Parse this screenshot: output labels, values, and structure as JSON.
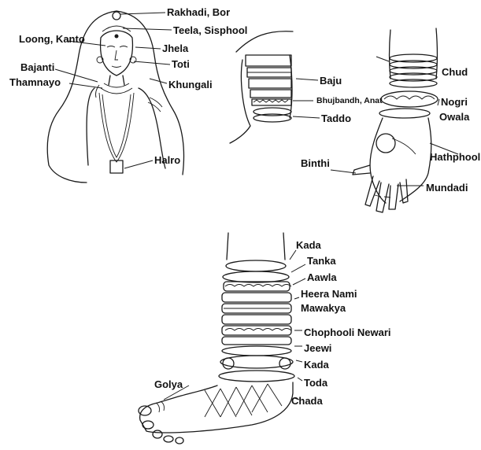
{
  "woman_labels": {
    "rakhadi": "Rakhadi, Bor",
    "teela": "Teela, Sisphool",
    "loong": "Loong, Kanto",
    "jhela": "Jhela",
    "toti": "Toti",
    "bajanti": "Bajanti",
    "thamnayo": "Thamnayo",
    "khungali": "Khungali",
    "halro": "Halro"
  },
  "upper_arm_labels": {
    "baju": "Baju",
    "bhujbandh": "Bhujbandh, Anat",
    "taddo": "Taddo"
  },
  "hand_labels": {
    "chud": "Chud",
    "nogri": "Nogri",
    "owala": "Owala",
    "hathphool": "Hathphool",
    "binthi": "Binthi",
    "mundadi": "Mundadi"
  },
  "leg_labels": {
    "kada_top": "Kada",
    "tanka": "Tanka",
    "aawla": "Aawla",
    "heera_nami": "Heera Nami",
    "mawakya": "Mawakya",
    "chophooli": "Chophooli Newari",
    "jeewi": "Jeewi",
    "kada_low": "Kada",
    "toda": "Toda",
    "golya": "Golya",
    "chada": "Chada"
  }
}
